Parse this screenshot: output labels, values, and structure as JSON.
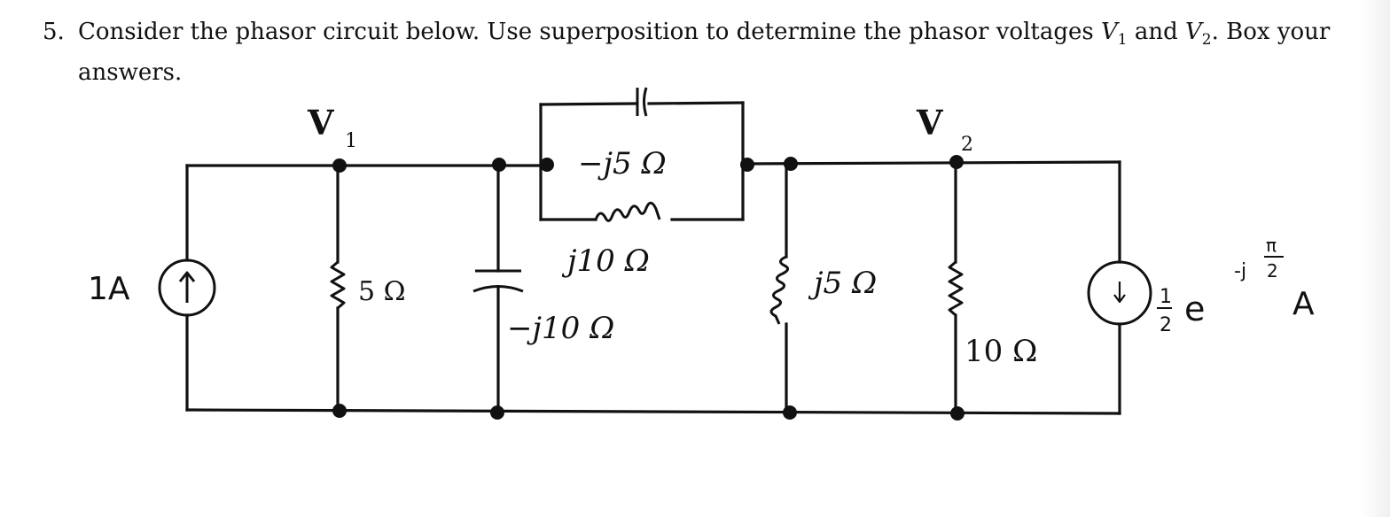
{
  "problem": {
    "number": "5.",
    "text_before": "Consider the phasor circuit below. Use superposition to determine the phasor voltages",
    "v1_sym": "V",
    "v1_sub": "1",
    "and_word": "and",
    "v2_sym": "V",
    "v2_sub": "2",
    "text_after": ". Box your",
    "text_line2": "answers."
  },
  "circuit": {
    "node_v1": {
      "sym": "V",
      "sub": "1"
    },
    "node_v2": {
      "sym": "V",
      "sub": "2"
    },
    "source_left": {
      "label": "1A",
      "arrow": "up"
    },
    "r_left": {
      "label": "5 Ω"
    },
    "c_shunt": {
      "label": "−j10 Ω"
    },
    "c_series": {
      "label": "−j5 Ω"
    },
    "l_series": {
      "label": "j10 Ω"
    },
    "l_shunt": {
      "label": "j5 Ω"
    },
    "r_right": {
      "label": "10 Ω"
    },
    "source_right": {
      "arrow": "down",
      "coef_num": "1",
      "coef_den": "2",
      "base": "e",
      "exp_prefix": "-j",
      "exp_num": "π",
      "exp_den": "2",
      "unit": "A"
    }
  }
}
